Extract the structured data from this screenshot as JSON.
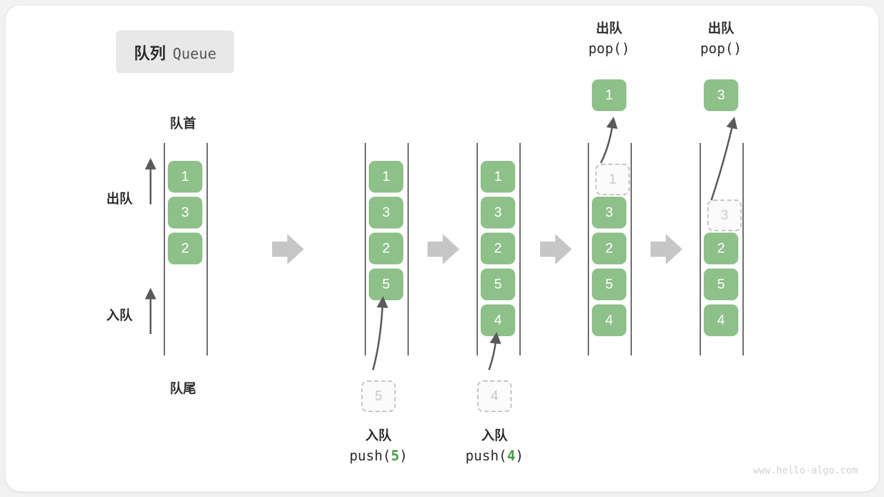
{
  "title": {
    "cn": "队列",
    "en": "Queue"
  },
  "labels": {
    "head": "队首",
    "tail": "队尾",
    "dequeue": "出队",
    "enqueue": "入队"
  },
  "watermark": "www.hello-algo.com",
  "colors": {
    "element": "#8ec189",
    "ghost_border": "#c4c4c4",
    "ghost_text": "#c9c9c9",
    "arrow": "#5a5a5a",
    "block_arrow": "#c6c6c6",
    "badge_bg": "#e8e8e8",
    "text": "#2b2b2b",
    "code_accent": "#4a9b49"
  },
  "chart_data": {
    "type": "diagram",
    "title": "队列 Queue",
    "description": "Queue FIFO operations: push at tail, pop at head",
    "steps": [
      {
        "id": "initial",
        "items": [
          "1",
          "3",
          "2"
        ],
        "ghost": null,
        "op_top": null,
        "op_bottom": null
      },
      {
        "id": "push5",
        "items": [
          "1",
          "3",
          "2",
          "5"
        ],
        "ghost": "5",
        "op_bottom": {
          "cn": "入队",
          "code_prefix": "push(",
          "code_num": "5",
          "code_suffix": ")"
        }
      },
      {
        "id": "push4",
        "items": [
          "1",
          "3",
          "2",
          "5",
          "4"
        ],
        "ghost": "4",
        "op_bottom": {
          "cn": "入队",
          "code_prefix": "push(",
          "code_num": "4",
          "code_suffix": ")"
        }
      },
      {
        "id": "pop1",
        "items": [
          "3",
          "2",
          "5",
          "4"
        ],
        "ghost": "1",
        "popped": "1",
        "op_top": {
          "cn": "出队",
          "code": "pop()"
        }
      },
      {
        "id": "pop3",
        "items": [
          "2",
          "5",
          "4"
        ],
        "ghost": "3",
        "popped": "3",
        "op_top": {
          "cn": "出队",
          "code": "pop()"
        }
      }
    ]
  },
  "panels": {
    "p1": {
      "c0": "1",
      "c1": "3",
      "c2": "2"
    },
    "p2": {
      "c0": "1",
      "c1": "3",
      "c2": "2",
      "c3": "5",
      "ghost": "5",
      "cn": "入队",
      "code_pre": "push(",
      "code_num": "5",
      "code_post": ")"
    },
    "p3": {
      "c0": "1",
      "c1": "3",
      "c2": "2",
      "c3": "5",
      "c4": "4",
      "ghost": "4",
      "cn": "入队",
      "code_pre": "push(",
      "code_num": "4",
      "code_post": ")"
    },
    "p4": {
      "ghost": "1",
      "c1": "3",
      "c2": "2",
      "c3": "5",
      "c4": "4",
      "popped": "1",
      "cn": "出队",
      "code": "pop()"
    },
    "p5": {
      "ghost": "3",
      "c2": "2",
      "c3": "5",
      "c4": "4",
      "popped": "3",
      "cn": "出队",
      "code": "pop()"
    }
  }
}
